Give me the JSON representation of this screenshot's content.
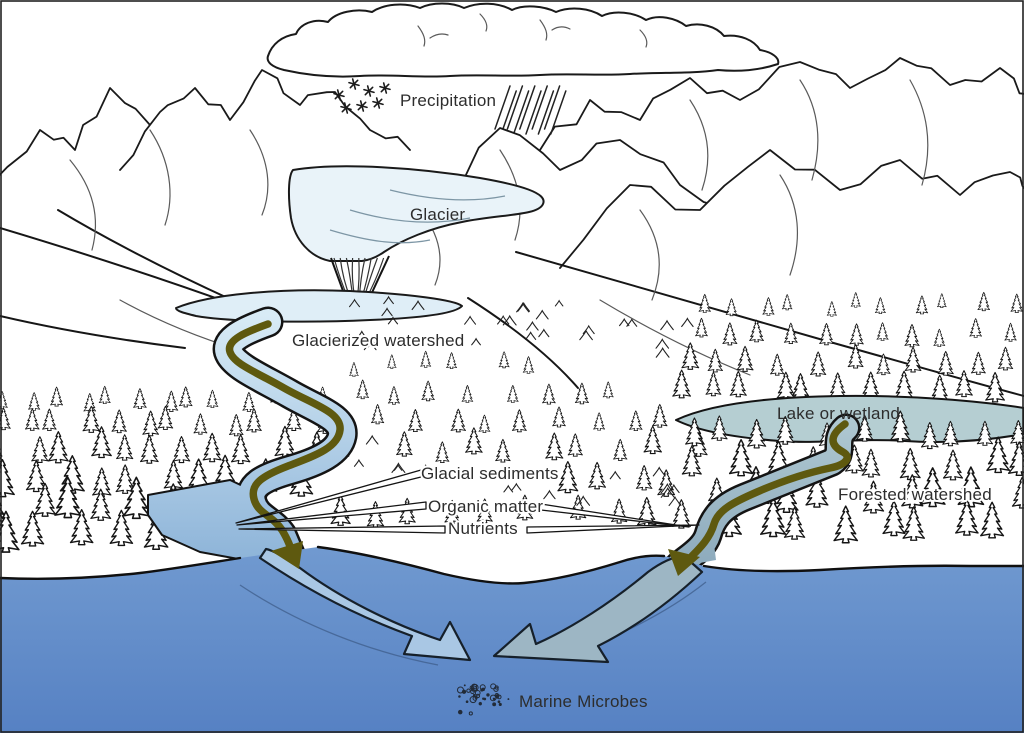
{
  "figure": {
    "description": "Hand-drawn illustration of glacierized and forested watersheds delivering material to the ocean",
    "labels": {
      "precipitation": "Precipitation",
      "glacier": "Glacier",
      "glacierized_watershed": "Glacierized watershed",
      "lake_or_wetland": "Lake or wetland",
      "forested_watershed": "Forested watershed",
      "glacial_sediments": "Glacial sediments",
      "organic_matter": "Organic matter",
      "nutrients": "Nutrients",
      "marine_microbes": "Marine Microbes"
    },
    "icons": {
      "snowflakes": "snowflakes-icon",
      "rain_hatch": "rain-hatch-icon",
      "icefall": "icefall-icon",
      "flux_arrows": "flux-arrow-icon",
      "plume_arrows": "plume-arrow-icon",
      "microbes_dots": "microbes-dots-icon"
    },
    "colors": {
      "ocean_top": "#719ad0",
      "ocean_bottom": "#5681c3",
      "glacier_ice": "#e9f3f9",
      "glacial_lake": "#dfeef7",
      "glacial_river_top": "#d8ebf6",
      "glacial_river_mouth": "#8cb3d8",
      "forest_river_top": "#aac4ce",
      "forest_river_mouth": "#8aa8bb",
      "lake_or_wetland": "#b5ced2",
      "glacial_plume": "#a9c7e4",
      "forest_plume": "#9db6c4",
      "flux_arrow_olive": "#5e590f",
      "line_art": "#1a1a1a",
      "label_text": "#2d2d2d"
    }
  }
}
